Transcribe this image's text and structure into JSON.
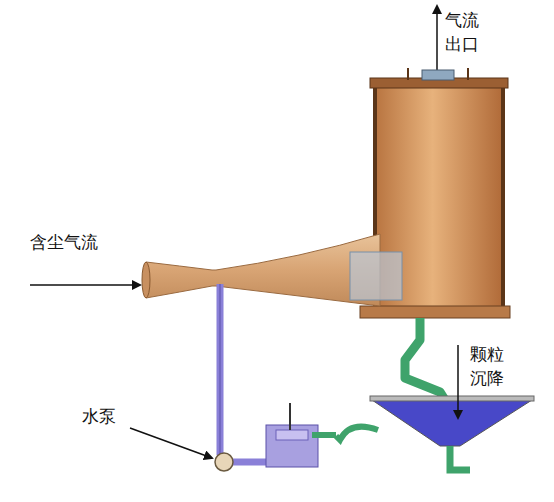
{
  "diagram": {
    "labels": [
      "气流 出口",
      "含尘气流",
      "颗粒 沉降",
      "水泵"
    ]
  }
}
